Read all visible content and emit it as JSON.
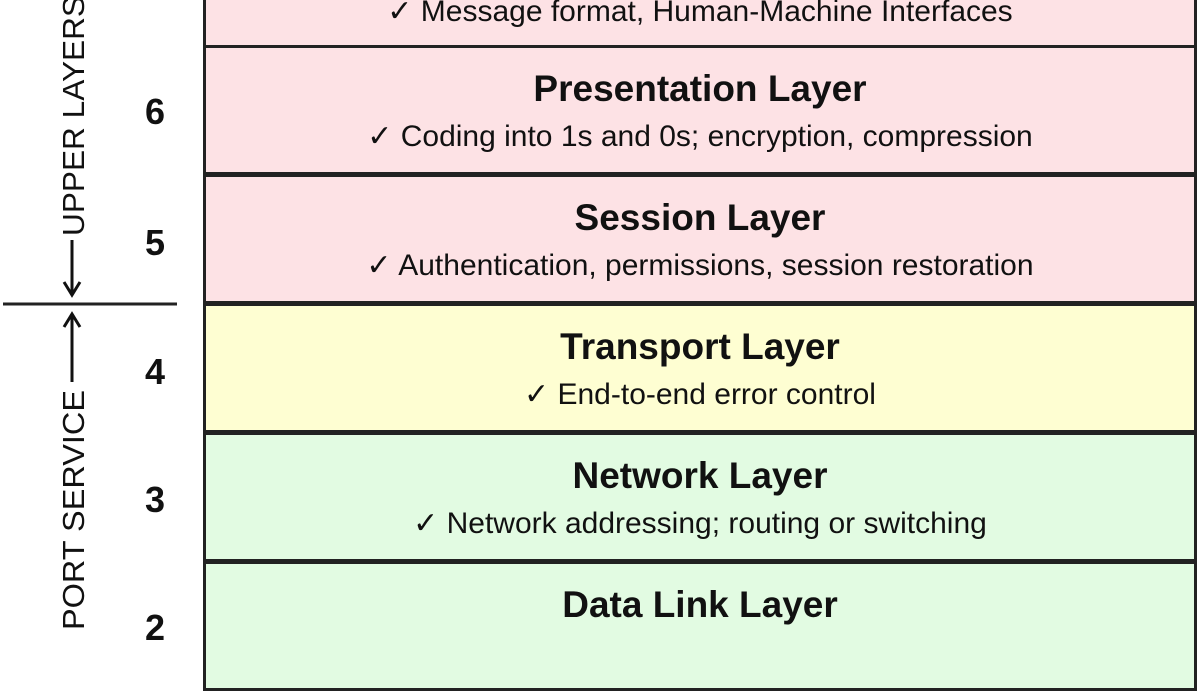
{
  "side_labels": {
    "upper": "UPPER LAYERS",
    "lower": "PORT SERVICE"
  },
  "layer_numbers": [
    "6",
    "5",
    "4",
    "3",
    "2"
  ],
  "layers": [
    {
      "title": "",
      "description": "✓ Message format, Human-Machine Interfaces",
      "color": "#fde2e5"
    },
    {
      "title": "Presentation Layer",
      "description": "✓ Coding into 1s and 0s; encryption, compression",
      "color": "#fde2e5"
    },
    {
      "title": "Session Layer",
      "description": "✓ Authentication, permissions, session restoration",
      "color": "#fde2e5"
    },
    {
      "title": "Transport Layer",
      "description": "✓ End-to-end error control",
      "color": "#fefed2"
    },
    {
      "title": "Network Layer",
      "description": "✓ Network addressing; routing or switching",
      "color": "#e2fbe2"
    },
    {
      "title": "Data Link Layer",
      "description": "",
      "color": "#e2fbe2"
    }
  ]
}
